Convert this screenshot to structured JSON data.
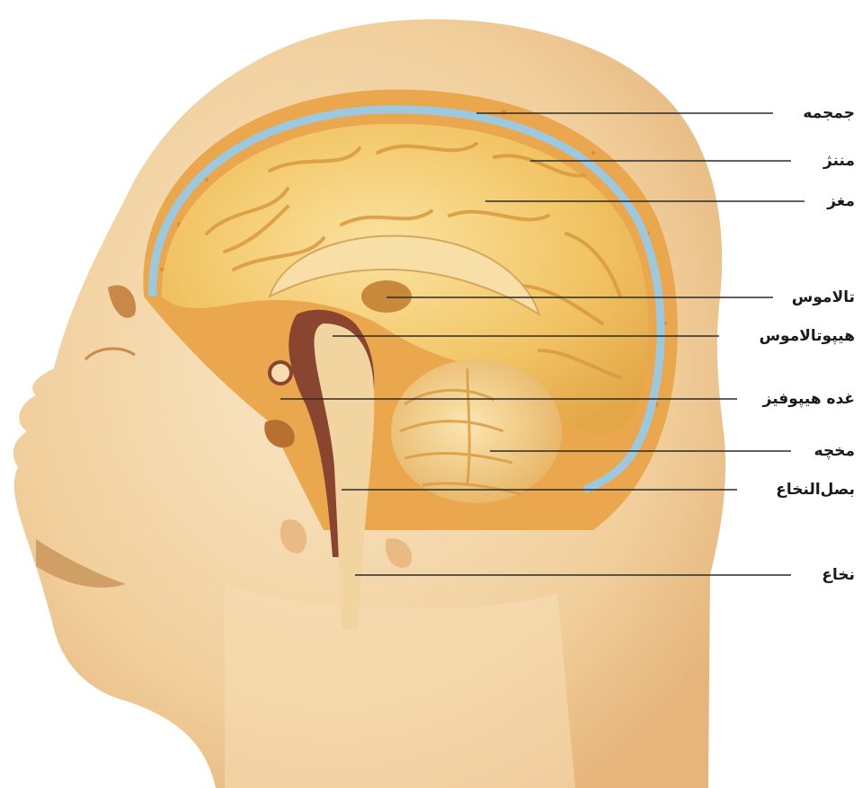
{
  "labels": [
    {
      "id": "skull",
      "text": "جمجمه"
    },
    {
      "id": "meninges",
      "text": "مننژ"
    },
    {
      "id": "brain",
      "text": "مغز"
    },
    {
      "id": "thalamus",
      "text": "تالاموس"
    },
    {
      "id": "hypothalamus",
      "text": "هیپوتالاموس"
    },
    {
      "id": "pituitary",
      "text": "غده هیپوفیز"
    },
    {
      "id": "cerebellum",
      "text": "مخچه"
    },
    {
      "id": "medulla",
      "text": "بصل‌النخاع"
    },
    {
      "id": "spinal-cord",
      "text": "نخاع"
    }
  ],
  "colors": {
    "skin": "#f4d3a2",
    "skin_shadow": "#e7b57a",
    "bone": "#e9a24c",
    "meninges": "#9cc9e0",
    "brain": "#f2c56b",
    "brain_fold": "#d99a3e",
    "cerebellum": "#f3cf84",
    "cavity": "#7a3a2a",
    "line": "#2b2b2b",
    "text": "#1a1a1a"
  }
}
